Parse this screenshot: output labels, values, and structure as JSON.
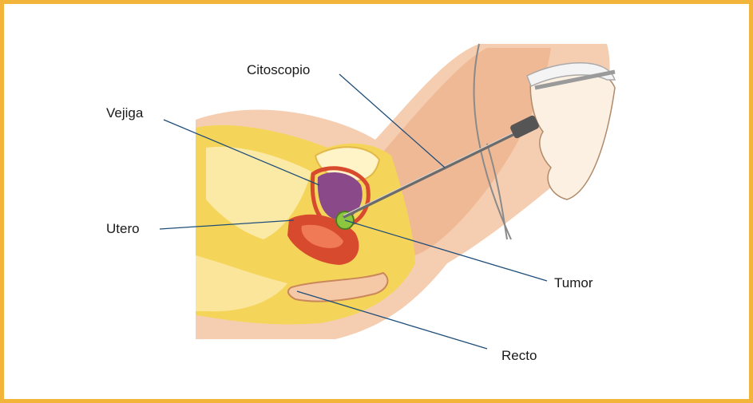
{
  "labels": {
    "citoscopio": "Citoscopio",
    "vejiga": "Vejiga",
    "utero": "Utero",
    "tumor": "Tumor",
    "recto": "Recto"
  },
  "colors": {
    "frame": "#f2b53a",
    "leader_line": "#1f4e79",
    "skin": "#f2c39e",
    "pelvis_yellow": "#f4d55a",
    "bladder": "#8a4a8a",
    "uterus": "#d84a2e",
    "tumor": "#8cc63f"
  }
}
